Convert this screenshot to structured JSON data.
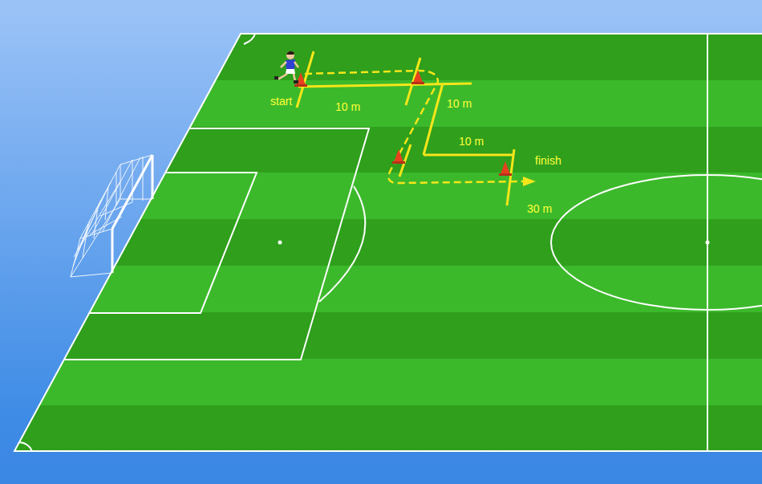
{
  "diagram": {
    "labels": [
      "start",
      "10 m",
      "10 m",
      "10 m",
      "finish",
      "30 m"
    ]
  }
}
